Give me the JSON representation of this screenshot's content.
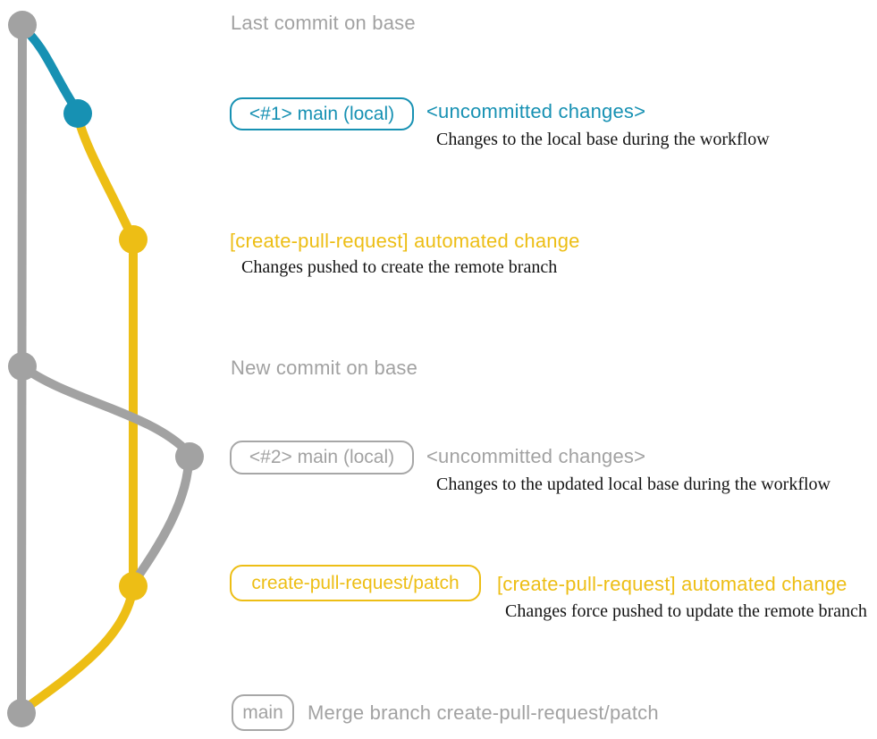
{
  "colors": {
    "gray": "#a2a2a2",
    "blue": "#1791b3",
    "yellow": "#edbe15",
    "subtitle_text": "#141414",
    "background": "#ffffff"
  },
  "annotations": [
    {
      "kind": "heading",
      "title": "Last commit on base",
      "title_color": "gray"
    },
    {
      "kind": "commit",
      "badge": "<#1> main (local)",
      "badge_color": "blue",
      "title": "<uncommitted changes>",
      "title_color": "blue",
      "subtitle": "Changes to the local base during the workflow"
    },
    {
      "kind": "commit",
      "title": "[create-pull-request] automated change",
      "title_color": "yellow",
      "subtitle": "Changes pushed to create the remote branch"
    },
    {
      "kind": "heading",
      "title": "New commit on base",
      "title_color": "gray"
    },
    {
      "kind": "commit",
      "badge": "<#2> main (local)",
      "badge_color": "gray",
      "title": "<uncommitted changes>",
      "title_color": "gray",
      "subtitle": "Changes to the updated local base during the workflow"
    },
    {
      "kind": "commit",
      "badge": "create-pull-request/patch",
      "badge_color": "yellow",
      "title": "[create-pull-request] automated change",
      "title_color": "yellow",
      "subtitle": "Changes force pushed to update the remote branch"
    },
    {
      "kind": "commit",
      "badge": "main",
      "badge_color": "gray",
      "title": "Merge branch create-pull-request/patch",
      "title_color": "gray"
    }
  ]
}
